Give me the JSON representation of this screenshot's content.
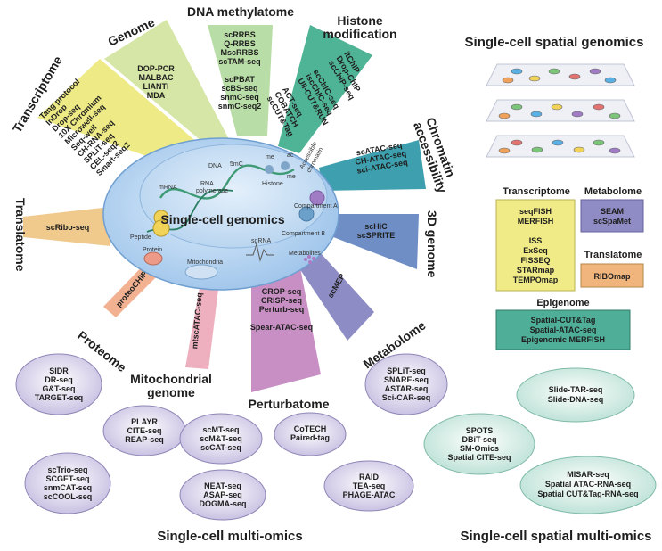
{
  "center": {
    "title": "Single-cell genomics",
    "labels": {
      "dna": "DNA",
      "mc": "5mC",
      "rna": "RNA",
      "polymerase": "polymerase",
      "mrna": "mRNA",
      "me1": "me",
      "ac": "ac",
      "histone": "Histone",
      "me2": "me",
      "accessible": "Accessible",
      "chromatin": "chromatin",
      "compA": "Compartment A",
      "compB": "Compartment B",
      "peptide": "Peptide",
      "protein": "Protein",
      "sgrna": "sgRNA",
      "mito": "Mitochondria",
      "metab": "Metabolites"
    }
  },
  "wedges": {
    "transcriptome": {
      "title": "Transcriptome",
      "color": "#eeeb86",
      "items": [
        "Tang protocol",
        "InDrop",
        "Drop-seq",
        "10X Chromium",
        "Microwell-seq",
        "Seq-well",
        "CH-RNA-seq",
        "SPLiT-seq",
        "CEL-seq2",
        "Smart-seq2"
      ]
    },
    "genome": {
      "title": "Genome",
      "color": "#d6e6a6",
      "items": [
        "DOP-PCR",
        "MALBAC",
        "LIANTI",
        "MDA"
      ]
    },
    "dna_methylatome": {
      "title": "DNA methylatome",
      "color": "#b9dda6",
      "items": [
        "scRRBS",
        "Q-RRBS",
        "MscRRBS",
        "scTAM-seq",
        "",
        "scPBAT",
        "scBS-seq",
        "snmC-seq",
        "snmC-seq2"
      ]
    },
    "histone": {
      "title_lines": [
        "Histone",
        "modification"
      ],
      "color": "#4fb395",
      "items": [
        "itChIP",
        "Drop-ChIP",
        "scChIP-seq",
        "",
        "scChIC-seq",
        "iscChIC-seq",
        "Uli-CUT&RUN",
        "",
        "ACT-seq",
        "COBATCH",
        "scCUT&Tag"
      ]
    },
    "chromatin": {
      "title_lines": [
        "Chromatin",
        "accessibility"
      ],
      "color": "#3e9fae",
      "items": [
        "scATAC-seq",
        "CH-ATAC-seq",
        "sci-ATAC-seq"
      ]
    },
    "genome3d": {
      "title": "3D genome",
      "color": "#6f8ec6",
      "items": [
        "scHiC",
        "scSPRITE"
      ]
    },
    "metabolome": {
      "title": "Metabolome",
      "color": "#8e8cc4",
      "items": [
        "scMEP"
      ]
    },
    "perturbatome": {
      "title": "Perturbatome",
      "color": "#c88fc4",
      "items": [
        "CROP-seq",
        "CRISP-seq",
        "Perturb-seq",
        "",
        "Spear-ATAC-seq"
      ]
    },
    "mito": {
      "title_lines": [
        "Mitochondrial",
        "genome"
      ],
      "color": "#eeb0bf",
      "items": [
        "mtscATAC-seq"
      ]
    },
    "proteome": {
      "title": "Proteome",
      "color": "#f2b292",
      "items": [
        "proteoCHIP"
      ]
    },
    "translatome": {
      "title": "Translatome",
      "color": "#f0c98c",
      "items": [
        "scRibo-seq"
      ]
    }
  },
  "multi_omics": {
    "title": "Single-cell multi-omics",
    "fill": "#cfc7e6",
    "groups": [
      [
        "SIDR",
        "DR-seq",
        "G&T-seq",
        "TARGET-seq"
      ],
      [
        "PLAYR",
        "CITE-seq",
        "REAP-seq"
      ],
      [
        "scMT-seq",
        "scM&T-seq",
        "scCAT-seq"
      ],
      [
        "CoTECH",
        "Paired-tag"
      ],
      [
        "SPLiT-seq",
        "SNARE-seq",
        "ASTAR-seq",
        "Sci-CAR-seq"
      ],
      [
        "scTrio-seq",
        "SCGET-seq",
        "snmCAT-seq",
        "scCOOL-seq"
      ],
      [
        "NEAT-seq",
        "ASAP-seq",
        "DOGMA-seq"
      ],
      [
        "RAID",
        "TEA-seq",
        "PHAGE-ATAC"
      ]
    ]
  },
  "spatial": {
    "title": "Single-cell spatial genomics",
    "transcriptome": {
      "title": "Transcriptome",
      "fill": "#f0eb86",
      "items": [
        "seqFISH",
        "MERFISH",
        "",
        "ISS",
        "ExSeq",
        "FISSEQ",
        "STARmap",
        "TEMPOmap"
      ]
    },
    "metabolome": {
      "title": "Metabolome",
      "fill": "#8f8bc4",
      "items": [
        "SEAM",
        "scSpaMet"
      ]
    },
    "translatome": {
      "title": "Translatome",
      "fill": "#f0b57c",
      "items": [
        "RIBOmap"
      ]
    },
    "epigenome": {
      "title": "Epigenome",
      "fill": "#4fae98",
      "items": [
        "Spatial-CUT&Tag",
        "Spatial-ATAC-seq",
        "Epigenomic MERFISH"
      ]
    }
  },
  "spatial_multi": {
    "title": "Single-cell spatial multi-omics",
    "fill": "#d3ece4",
    "groups": [
      [
        "Slide-TAR-seq",
        "Slide-DNA-seq"
      ],
      [
        "SPOTS",
        "DBiT-seq",
        "SM-Omics",
        "Spatial CITE-seq"
      ],
      [
        "MISAR-seq",
        "Spatial ATAC-RNA-seq",
        "Spatial CUT&Tag-RNA-seq"
      ]
    ]
  }
}
